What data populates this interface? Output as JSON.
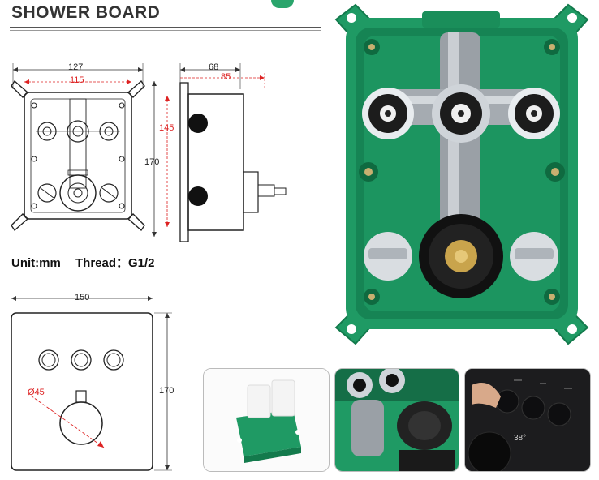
{
  "title": "SHOWER BOARD",
  "dims": {
    "width_outer": "127",
    "width_inner": "115",
    "depth_outer": "68",
    "depth_inner": "85",
    "height_inner": "145",
    "height_outer": "170",
    "plate_width": "150",
    "plate_height": "170",
    "knob_diameter": "Ø45"
  },
  "spec": {
    "unit_label": "Unit:mm",
    "thread_label": "Thread：G1/2"
  },
  "thumb3": {
    "temp_label": "38°"
  },
  "colors": {
    "box_green": "#1f9a64",
    "box_dark_green": "#137a4c",
    "dim_red": "#dd2222",
    "panel_black": "#1c1c1e"
  }
}
